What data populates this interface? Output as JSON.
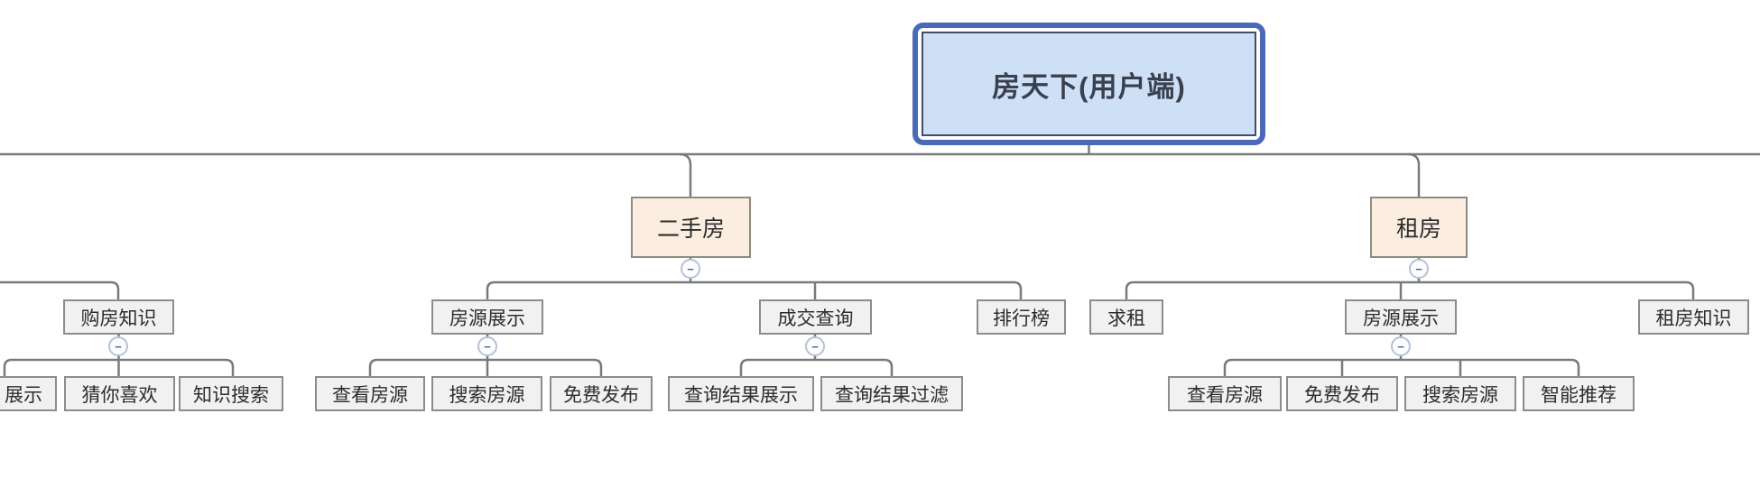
{
  "diagram": {
    "type": "mindmap-org-tree",
    "title": "房天下(用户端)"
  },
  "nodes": {
    "root": {
      "label": "房天下(用户端)",
      "level": 1
    },
    "ershoufang": {
      "label": "二手房",
      "level": 2
    },
    "zufang": {
      "label": "租房",
      "level": 2
    },
    "goufang_zhishi": {
      "label": "购房知识",
      "level": 3,
      "connects_to_offscreen_parent": true
    },
    "fangyuan_zhanshi_l": {
      "label": "房源展示",
      "level": 3
    },
    "chengjiao_chaxun": {
      "label": "成交查询",
      "level": 3
    },
    "paihangbang": {
      "label": "排行榜",
      "level": 3
    },
    "qiuzu": {
      "label": "求租",
      "level": 3
    },
    "fangyuan_zhanshi_r": {
      "label": "房源展示",
      "level": 3
    },
    "zufang_zhishi": {
      "label": "租房知识",
      "level": 3
    },
    "zhanshi_partial": {
      "label": "展示",
      "level": 4,
      "truncated_left": true
    },
    "cainixihuan": {
      "label": "猜你喜欢",
      "level": 4
    },
    "zhishi_sousuo": {
      "label": "知识搜索",
      "level": 4
    },
    "chakan_fangyuan_l": {
      "label": "查看房源",
      "level": 4
    },
    "sousuo_fangyuan_l": {
      "label": "搜索房源",
      "level": 4
    },
    "mianfei_fabu_l": {
      "label": "免费发布",
      "level": 4
    },
    "chaxun_jieguo_zhanshi": {
      "label": "查询结果展示",
      "level": 4
    },
    "chaxun_jieguo_guolv": {
      "label": "查询结果过滤",
      "level": 4
    },
    "chakan_fangyuan_r": {
      "label": "查看房源",
      "level": 4
    },
    "mianfei_fabu_r": {
      "label": "免费发布",
      "level": 4
    },
    "sousuo_fangyuan_r": {
      "label": "搜索房源",
      "level": 4
    },
    "zhineng_tuijian": {
      "label": "智能推荐",
      "level": 4
    }
  },
  "structure": {
    "edges": [
      [
        "root",
        "ershoufang"
      ],
      [
        "root",
        "zufang"
      ],
      [
        "ershoufang",
        "fangyuan_zhanshi_l"
      ],
      [
        "ershoufang",
        "chengjiao_chaxun"
      ],
      [
        "ershoufang",
        "paihangbang"
      ],
      [
        "zufang",
        "qiuzu"
      ],
      [
        "zufang",
        "fangyuan_zhanshi_r"
      ],
      [
        "zufang",
        "zufang_zhishi"
      ],
      [
        "goufang_zhishi",
        "zhanshi_partial"
      ],
      [
        "goufang_zhishi",
        "cainixihuan"
      ],
      [
        "goufang_zhishi",
        "zhishi_sousuo"
      ],
      [
        "fangyuan_zhanshi_l",
        "chakan_fangyuan_l"
      ],
      [
        "fangyuan_zhanshi_l",
        "sousuo_fangyuan_l"
      ],
      [
        "fangyuan_zhanshi_l",
        "mianfei_fabu_l"
      ],
      [
        "chengjiao_chaxun",
        "chaxun_jieguo_zhanshi"
      ],
      [
        "chengjiao_chaxun",
        "chaxun_jieguo_guolv"
      ],
      [
        "fangyuan_zhanshi_r",
        "chakan_fangyuan_r"
      ],
      [
        "fangyuan_zhanshi_r",
        "mianfei_fabu_r"
      ],
      [
        "fangyuan_zhanshi_r",
        "sousuo_fangyuan_r"
      ],
      [
        "fangyuan_zhanshi_r",
        "zhineng_tuijian"
      ]
    ],
    "collapsed_badges_on": [
      "ershoufang",
      "zufang",
      "goufang_zhishi",
      "fangyuan_zhanshi_l",
      "chengjiao_chaxun",
      "fangyuan_zhanshi_r"
    ]
  },
  "icons": {
    "collapse_glyph": "−"
  },
  "colors": {
    "root_fill": "#cde0f6",
    "root_outer_border": "#4a69b8",
    "root_inner_border": "#414e6b",
    "branch_fill": "#fbeee0",
    "branch_border": "#8e8b81",
    "leaf_fill": "#f1f1f1",
    "leaf_border": "#8c8c8c",
    "connector": "#7a7a7a",
    "collapse_ring": "#b4c3da",
    "text": "#2d2d2d"
  }
}
